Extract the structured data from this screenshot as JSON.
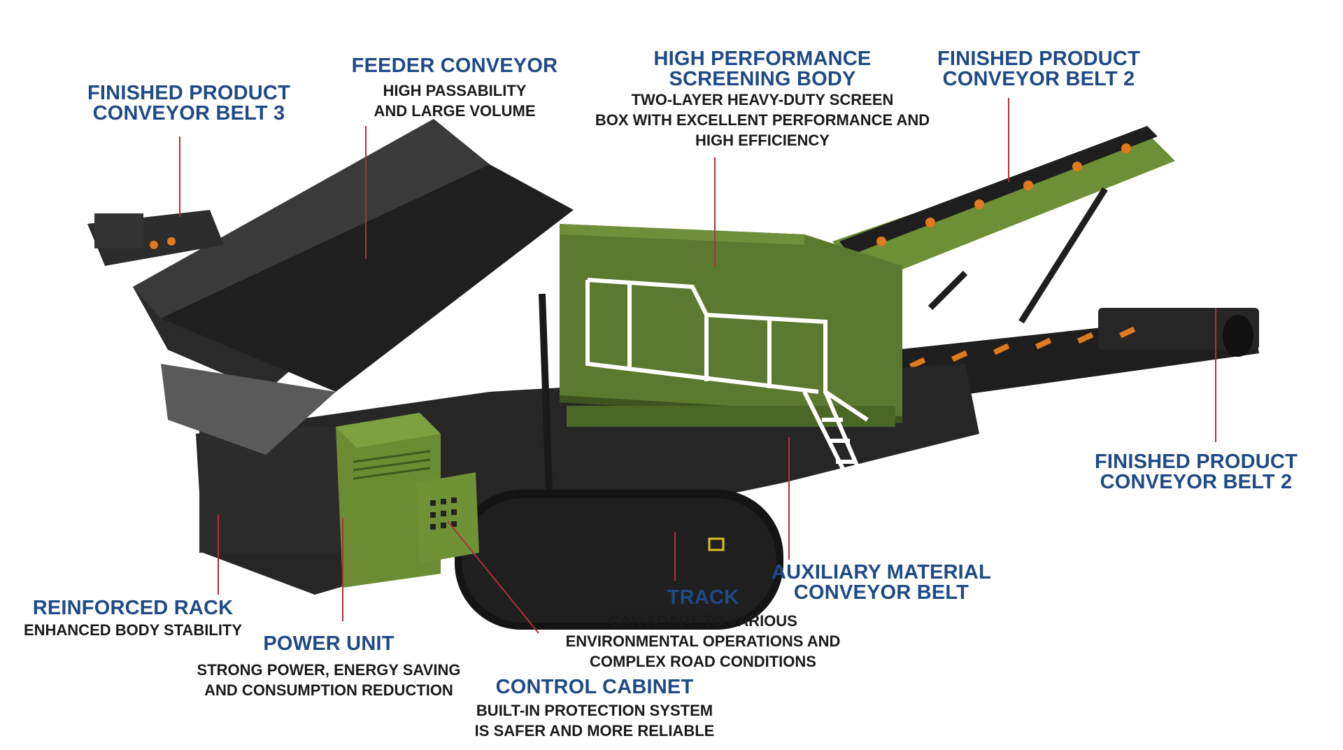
{
  "colors": {
    "title": "#1f4a86",
    "body_text": "#1a1a1a",
    "leader_line": "#b0303a",
    "machine_green": "#5b7a2f",
    "machine_dark": "#2a2a2a",
    "belt_rollers": "#e07a1f",
    "walkway": "#ffffff"
  },
  "callouts": {
    "fp_belt_3": {
      "title": "FINISHED PRODUCT\nCONVEYOR BELT 3"
    },
    "feeder": {
      "title": "FEEDER CONVEYOR",
      "desc": "HIGH PASSABILITY\nAND LARGE VOLUME"
    },
    "screening": {
      "title": "HIGH PERFORMANCE\nSCREENING BODY",
      "desc": "TWO-LAYER HEAVY-DUTY SCREEN\nBOX WITH EXCELLENT PERFORMANCE AND\nHIGH EFFICIENCY"
    },
    "fp_belt_2_top": {
      "title": "FINISHED PRODUCT\nCONVEYOR BELT 2"
    },
    "fp_belt_2_right": {
      "title": "FINISHED PRODUCT\nCONVEYOR BELT 2"
    },
    "auxiliary": {
      "title": "AUXILIARY MATERIAL\nCONVEYOR BELT"
    },
    "rack": {
      "title": "REINFORCED RACK",
      "desc": "ENHANCED BODY STABILITY"
    },
    "power": {
      "title": "POWER UNIT",
      "desc": "STRONG POWER, ENERGY SAVING\nAND CONSUMPTION REDUCTION"
    },
    "track": {
      "title": "TRACK",
      "desc": "CAN ADAPT TO VARIOUS\nENVIRONMENTAL OPERATIONS AND\nCOMPLEX ROAD CONDITIONS"
    },
    "control": {
      "title": "CONTROL CABINET",
      "desc": "BUILT-IN PROTECTION SYSTEM\nIS SAFER AND MORE RELIABLE"
    }
  }
}
